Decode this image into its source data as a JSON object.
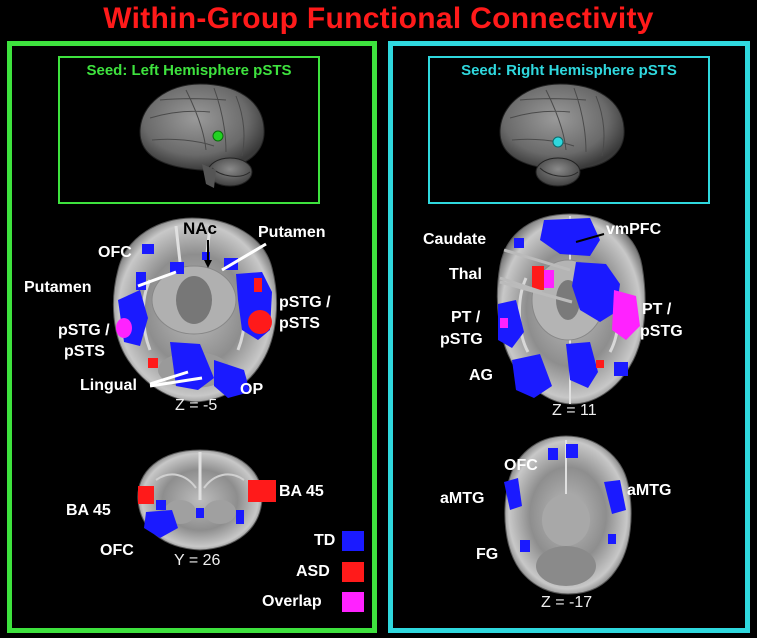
{
  "title": "Within-Group Functional Connectivity",
  "colors": {
    "title": "#ff1a1a",
    "left_border": "#3ee23e",
    "right_border": "#2fd8de",
    "left_seed_text": "#3ee23e",
    "right_seed_text": "#2fd8de",
    "td": "#1a1aff",
    "asd": "#ff1a1a",
    "overlap": "#ff22ff"
  },
  "left": {
    "seed_title": "Seed: Left Hemisphere pSTS",
    "axial": {
      "coord": "Z = -5",
      "labels": {
        "nac": "NAc",
        "putamen_right": "Putamen",
        "ofc": "OFC",
        "putamen_left": "Putamen",
        "pstg_right_1": "pSTG /",
        "pstg_right_2": "pSTS",
        "pstg_left_1": "pSTG /",
        "pstg_left_2": "pSTS",
        "lingual": "Lingual",
        "op": "OP"
      }
    },
    "coronal": {
      "coord": "Y = 26",
      "labels": {
        "ba45_left": "BA 45",
        "ba45_right": "BA 45",
        "ofc": "OFC"
      }
    },
    "legend": [
      {
        "label": "TD",
        "color": "#1a1aff"
      },
      {
        "label": "ASD",
        "color": "#ff1a1a"
      },
      {
        "label": "Overlap",
        "color": "#ff22ff"
      }
    ]
  },
  "right": {
    "seed_title": "Seed: Right Hemisphere pSTS",
    "axial": {
      "coord": "Z = 11",
      "labels": {
        "caudate": "Caudate",
        "vmpfc": "vmPFC",
        "thal": "Thal",
        "pt_left_1": "PT /",
        "pt_left_2": "pSTG",
        "pt_right_1": "PT /",
        "pt_right_2": "pSTG",
        "ag": "AG"
      }
    },
    "axial_inferior": {
      "coord": "Z = -17",
      "labels": {
        "ofc": "OFC",
        "amtg_left": "aMTG",
        "amtg_right": "aMTG",
        "fg": "FG"
      }
    }
  }
}
